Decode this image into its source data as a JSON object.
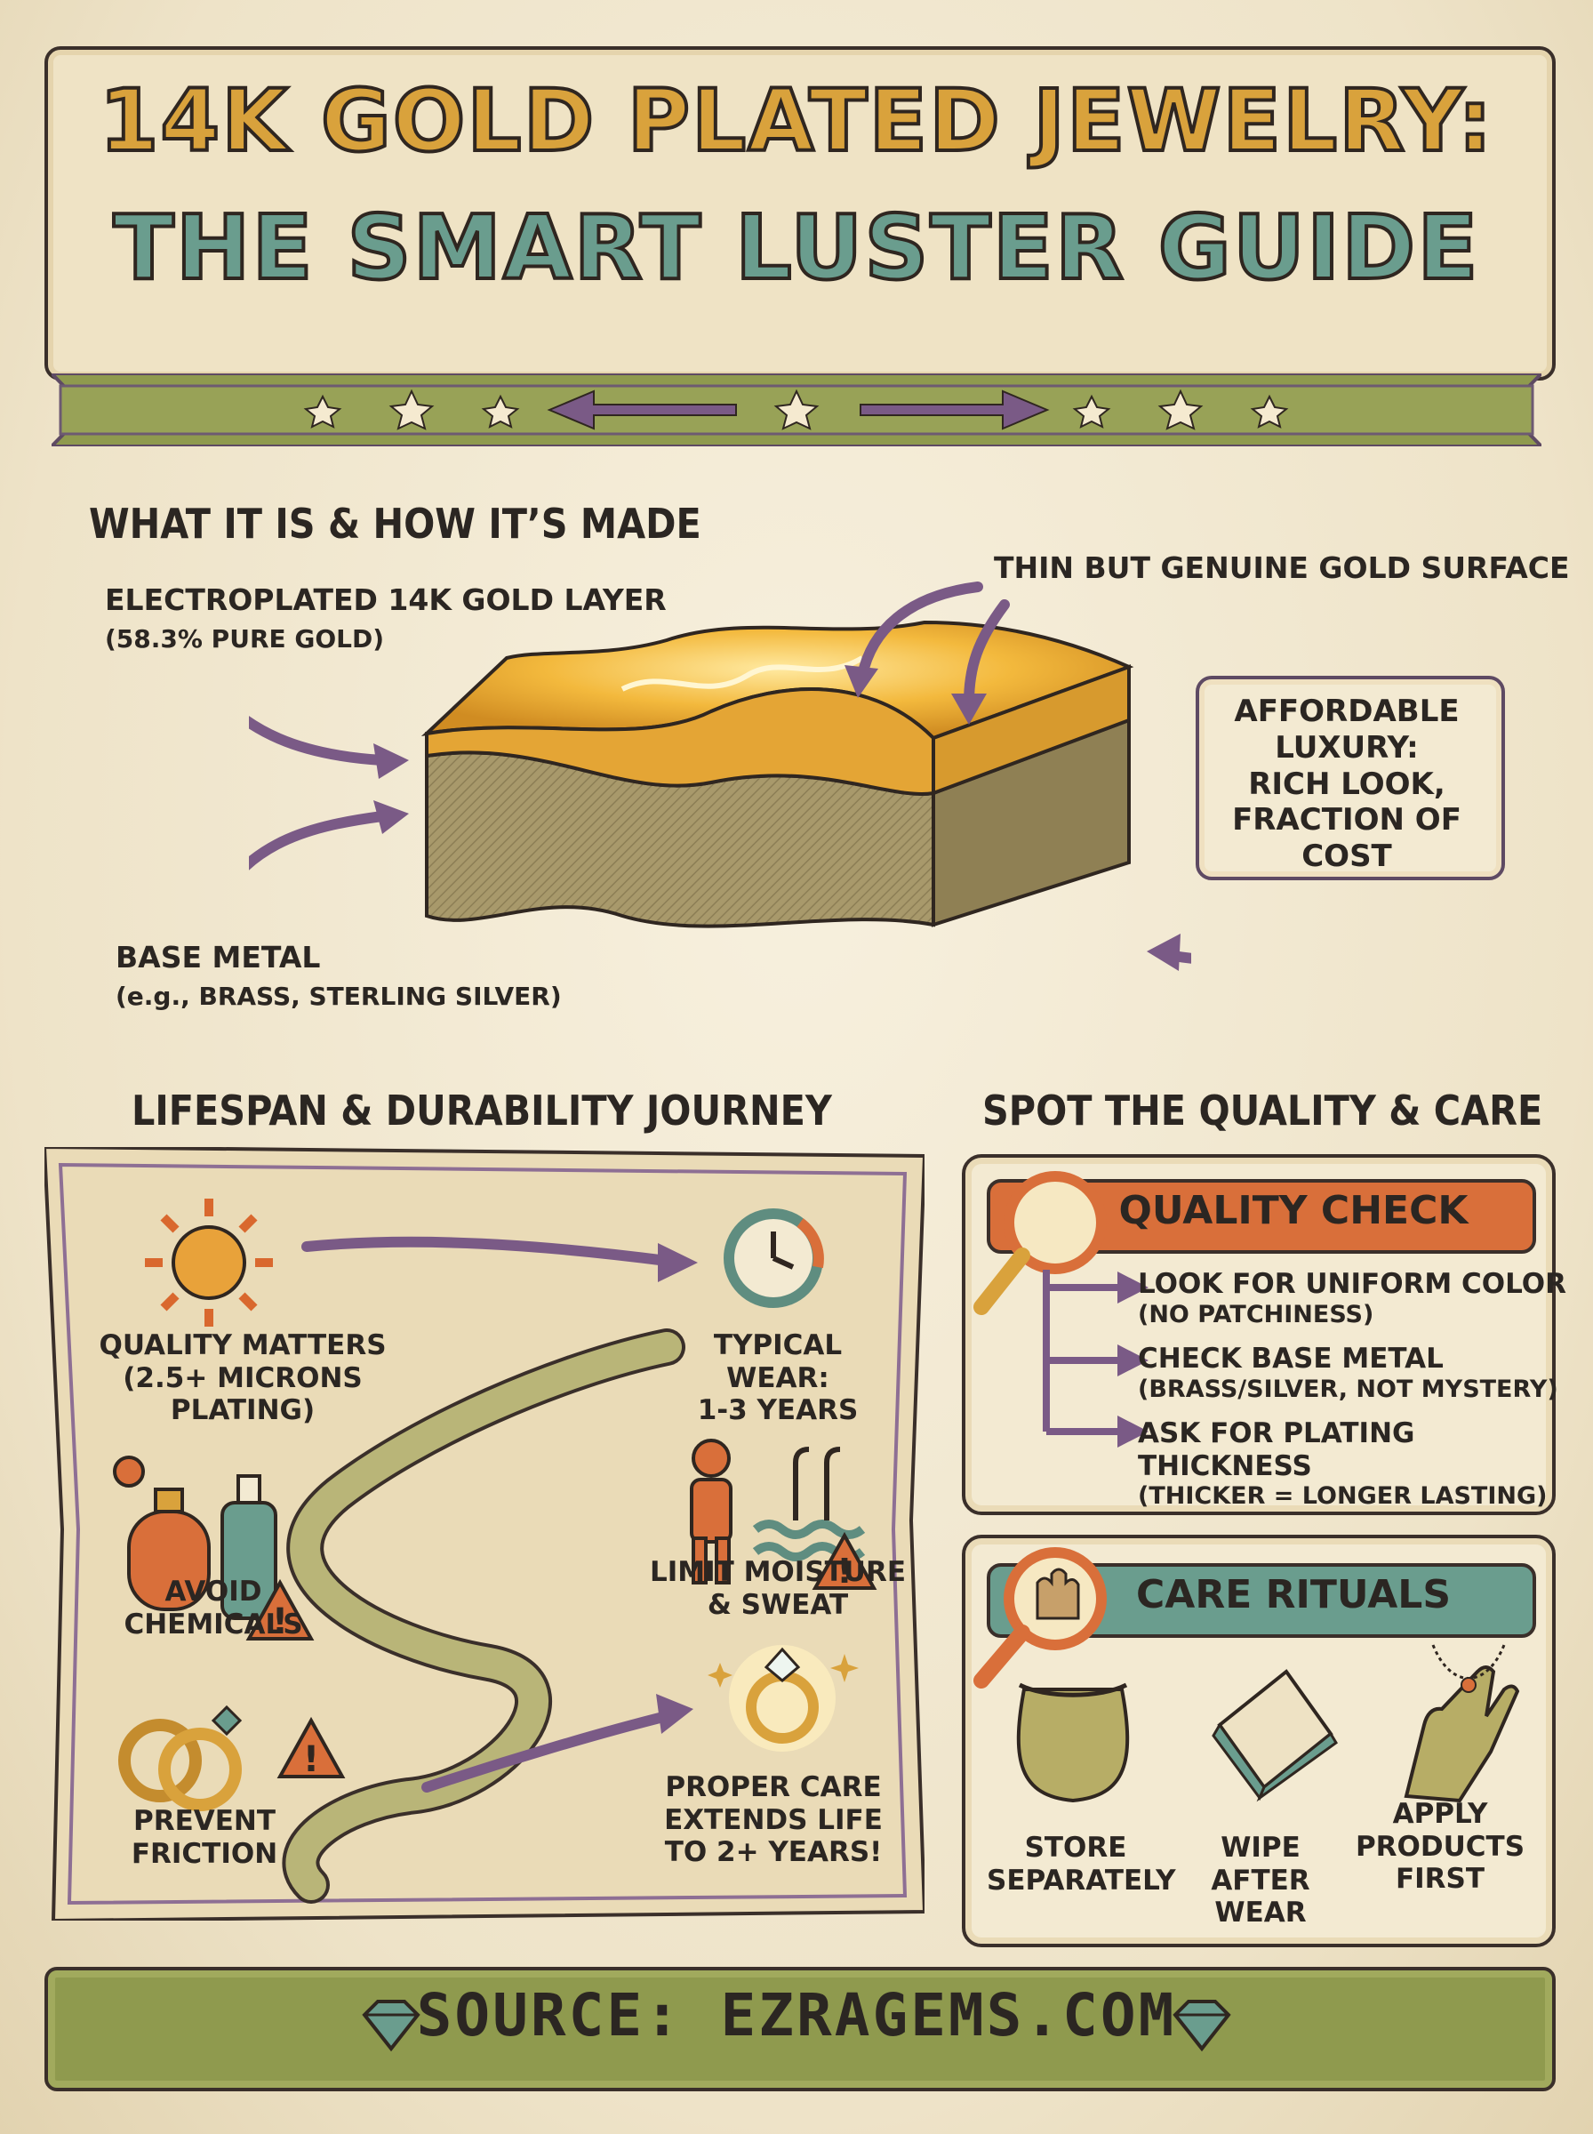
{
  "title": {
    "line1": "14K GOLD PLATED JEWELRY:",
    "line2": "THE SMART LUSTER GUIDE"
  },
  "section_made": {
    "heading": "WHAT IT IS & HOW IT’S MADE",
    "gold_layer_label": "ELECTROPLATED 14K GOLD LAYER",
    "gold_layer_sub": "(58.3% PURE GOLD)",
    "surface_label": "THIN BUT GENUINE GOLD SURFACE",
    "base_label": "BASE METAL",
    "base_sub": "(e.g., BRASS, STERLING SILVER)",
    "afford_lines": [
      "AFFORDABLE",
      "LUXURY:",
      "RICH LOOK,",
      "FRACTION OF COST"
    ]
  },
  "section_lifespan": {
    "heading": "LIFESPAN & DURABILITY JOURNEY",
    "quality_matters": "QUALITY MATTERS",
    "quality_matters_sub": "(2.5+ MICRONS PLATING)",
    "typical_wear_1": "TYPICAL WEAR:",
    "typical_wear_2": "1-3 YEARS",
    "avoid_1": "AVOID",
    "avoid_2": "CHEMICALS",
    "moisture_1": "LIMIT MOISTURE",
    "moisture_2": "& SWEAT",
    "friction_1": "PREVENT",
    "friction_2": "FRICTION",
    "care_1": "PROPER CARE",
    "care_2": "EXTENDS LIFE",
    "care_3": "TO 2+ YEARS!"
  },
  "section_quality": {
    "heading": "SPOT THE QUALITY & CARE",
    "check_title": "QUALITY CHECK",
    "checks": [
      {
        "main": "LOOK FOR UNIFORM COLOR",
        "sub": "(NO PATCHINESS)"
      },
      {
        "main": "CHECK BASE METAL",
        "sub": "(BRASS/SILVER, NOT MYSTERY)"
      },
      {
        "main": "ASK FOR PLATING THICKNESS",
        "sub": "(THICKER = LONGER LASTING)"
      }
    ],
    "care_title": "CARE RITUALS",
    "rituals": [
      {
        "l1": "STORE",
        "l2": "SEPARATELY"
      },
      {
        "l1": "WIPE AFTER",
        "l2": "WEAR"
      },
      {
        "l1": "APPLY",
        "l2": "PRODUCTS",
        "l3": "FIRST"
      }
    ]
  },
  "footer": {
    "text": "SOURCE: EZRAGEMS.COM"
  },
  "colors": {
    "gold": "#d9a23c",
    "teal": "#6a9d8e",
    "olive": "#8f9a4e",
    "purple": "#7a5a86",
    "orange": "#d96f3a",
    "paper": "#f1e8d2"
  }
}
